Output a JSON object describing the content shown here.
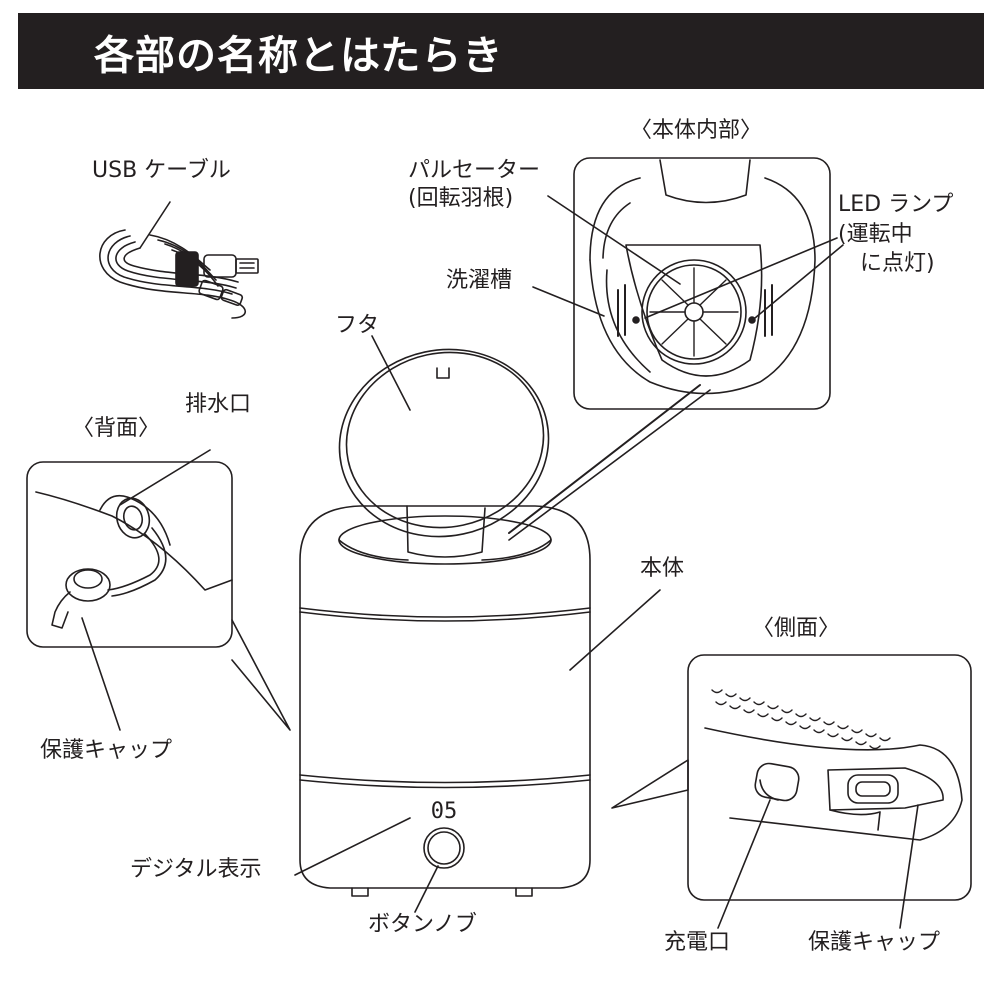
{
  "title": "各部の名称とはたらき",
  "labels": {
    "usb_cable": "USB ケーブル",
    "inner_view": "〈本体内部〉",
    "pulsator": "パルセーター",
    "pulsator_sub": "(回転羽根)",
    "led_lamp": "LED ランプ",
    "led_sub1": "(運転中",
    "led_sub2": "に点灯)",
    "wash_tub": "洗濯槽",
    "lid": "フタ",
    "back_view": "〈背面〉",
    "drain": "排水口",
    "protect_cap_back": "保護キャップ",
    "body": "本体",
    "side_view": "〈側面〉",
    "digital_display": "デジタル表示",
    "knob": "ボタンノブ",
    "charge_port": "充電口",
    "protect_cap_side": "保護キャップ"
  },
  "display_value": "05",
  "colors": {
    "ink": "#231f20",
    "title_bg": "#231f20",
    "title_text": "#ffffff"
  }
}
